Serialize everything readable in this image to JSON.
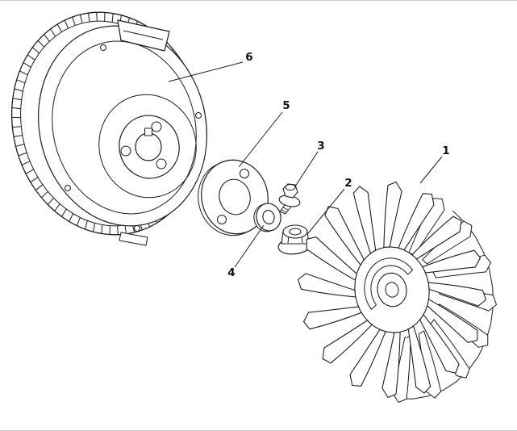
{
  "figure": {
    "background_color": "#ffffff",
    "line_color": "#1c1c1c",
    "callouts": [
      {
        "label": "1"
      },
      {
        "label": "2"
      },
      {
        "label": "3"
      },
      {
        "label": "4"
      },
      {
        "label": "5"
      },
      {
        "label": "6"
      }
    ]
  }
}
